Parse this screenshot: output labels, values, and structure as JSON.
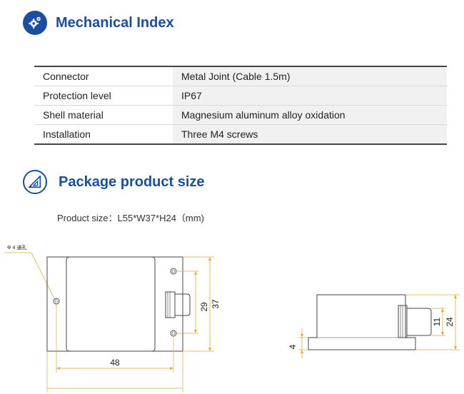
{
  "mechanical": {
    "title": "Mechanical Index",
    "icon": "gear-icon",
    "rows": [
      {
        "label": "Connector",
        "value": "Metal Joint  (Cable 1.5m)"
      },
      {
        "label": "Protection level",
        "value": "IP67"
      },
      {
        "label": "Shell material",
        "value": "Magnesium aluminum alloy oxidation"
      },
      {
        "label": "Installation",
        "value": "Three M4 screws"
      }
    ]
  },
  "package": {
    "title": "Package product size",
    "icon": "triangle-ruler-icon",
    "product_size": "Product size：L55*W37*H24（mm)"
  },
  "drawing": {
    "hole_note": "Φ 4 通孔",
    "dim_48": "48",
    "dim_29": "29",
    "dim_37": "37",
    "dim_4": "4",
    "dim_11": "11",
    "dim_24": "24"
  },
  "colors": {
    "accent": "#1a4fa0",
    "dimension": "#e0a93a"
  }
}
